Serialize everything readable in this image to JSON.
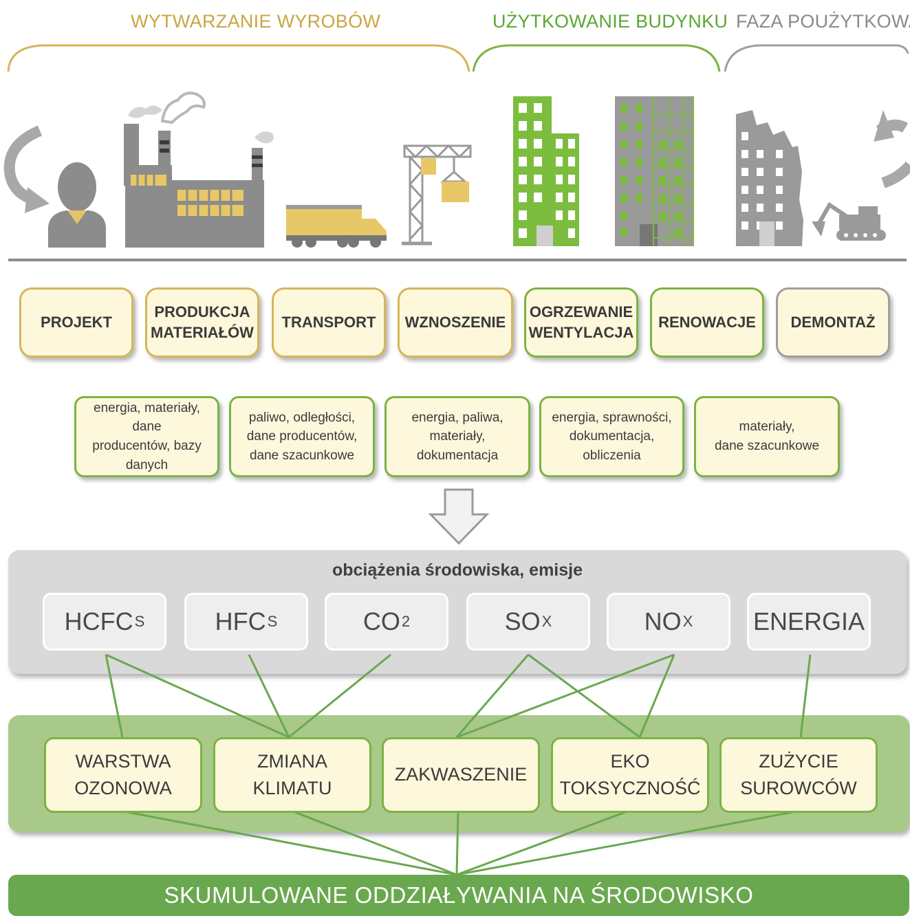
{
  "phases": [
    {
      "label": "WYTWARZANIE WYROBÓW",
      "color": "#c9a640"
    },
    {
      "label": "UŻYTKOWANIE BUDYNKU",
      "color": "#5aa832"
    },
    {
      "label": "FAZA POUŻYTKOWA",
      "color": "#8a8a8a"
    }
  ],
  "stages": [
    {
      "label": "PROJEKT"
    },
    {
      "label": "PRODUKCJA\nMATERIAŁÓW"
    },
    {
      "label": "TRANSPORT"
    },
    {
      "label": "WZNOSZENIE"
    },
    {
      "label": "OGRZEWANIE\nWENTYLACJA"
    },
    {
      "label": "RENOWACJE"
    },
    {
      "label": "DEMONTAŻ"
    }
  ],
  "data_boxes": [
    {
      "text": "energia, materiały, dane\nproducentów, bazy\ndanych"
    },
    {
      "text": "paliwo, odległości,\ndane producentów,\ndane szacunkowe"
    },
    {
      "text": "energia, paliwa,\nmateriały,\ndokumentacja"
    },
    {
      "text": "energia, sprawności,\ndokumentacja,\nobliczenia"
    },
    {
      "text": "materiały,\ndane szacunkowe"
    }
  ],
  "emissions_panel": {
    "title": "obciążenia środowiska, emisje",
    "items": [
      {
        "base": "HCFC",
        "sub": "S"
      },
      {
        "base": "HFC",
        "sub": "S"
      },
      {
        "base": "CO",
        "sub": "2"
      },
      {
        "base": "SO",
        "sub": "X"
      },
      {
        "base": "NO",
        "sub": "X"
      },
      {
        "base": "ENERGIA",
        "sub": ""
      }
    ]
  },
  "impacts": [
    {
      "text": "WARSTWA\nOZONOWA"
    },
    {
      "text": "ZMIANA\nKLIMATU"
    },
    {
      "text": "ZAKWASZENIE"
    },
    {
      "text": "EKO\nTOKSYCZNOŚĆ"
    },
    {
      "text": "ZUŻYCIE\nSUROWCÓW"
    }
  ],
  "bottom": {
    "label": "SKUMULOWANE ODDZIAŁYWANIA NA ŚRODOWISKO"
  },
  "colors": {
    "ochre": "#c9a640",
    "green": "#5aa832",
    "grey": "#8a8a8a",
    "cream": "#fdf8dc"
  },
  "icons": [
    "recycle-arrow-left-icon",
    "person-icon",
    "factory-icon",
    "truck-icon",
    "crane-icon",
    "green-building-icon",
    "renovated-building-icon",
    "demolished-building-icon",
    "excavator-icon",
    "recycle-arrow-right-icon",
    "down-arrow-icon"
  ]
}
